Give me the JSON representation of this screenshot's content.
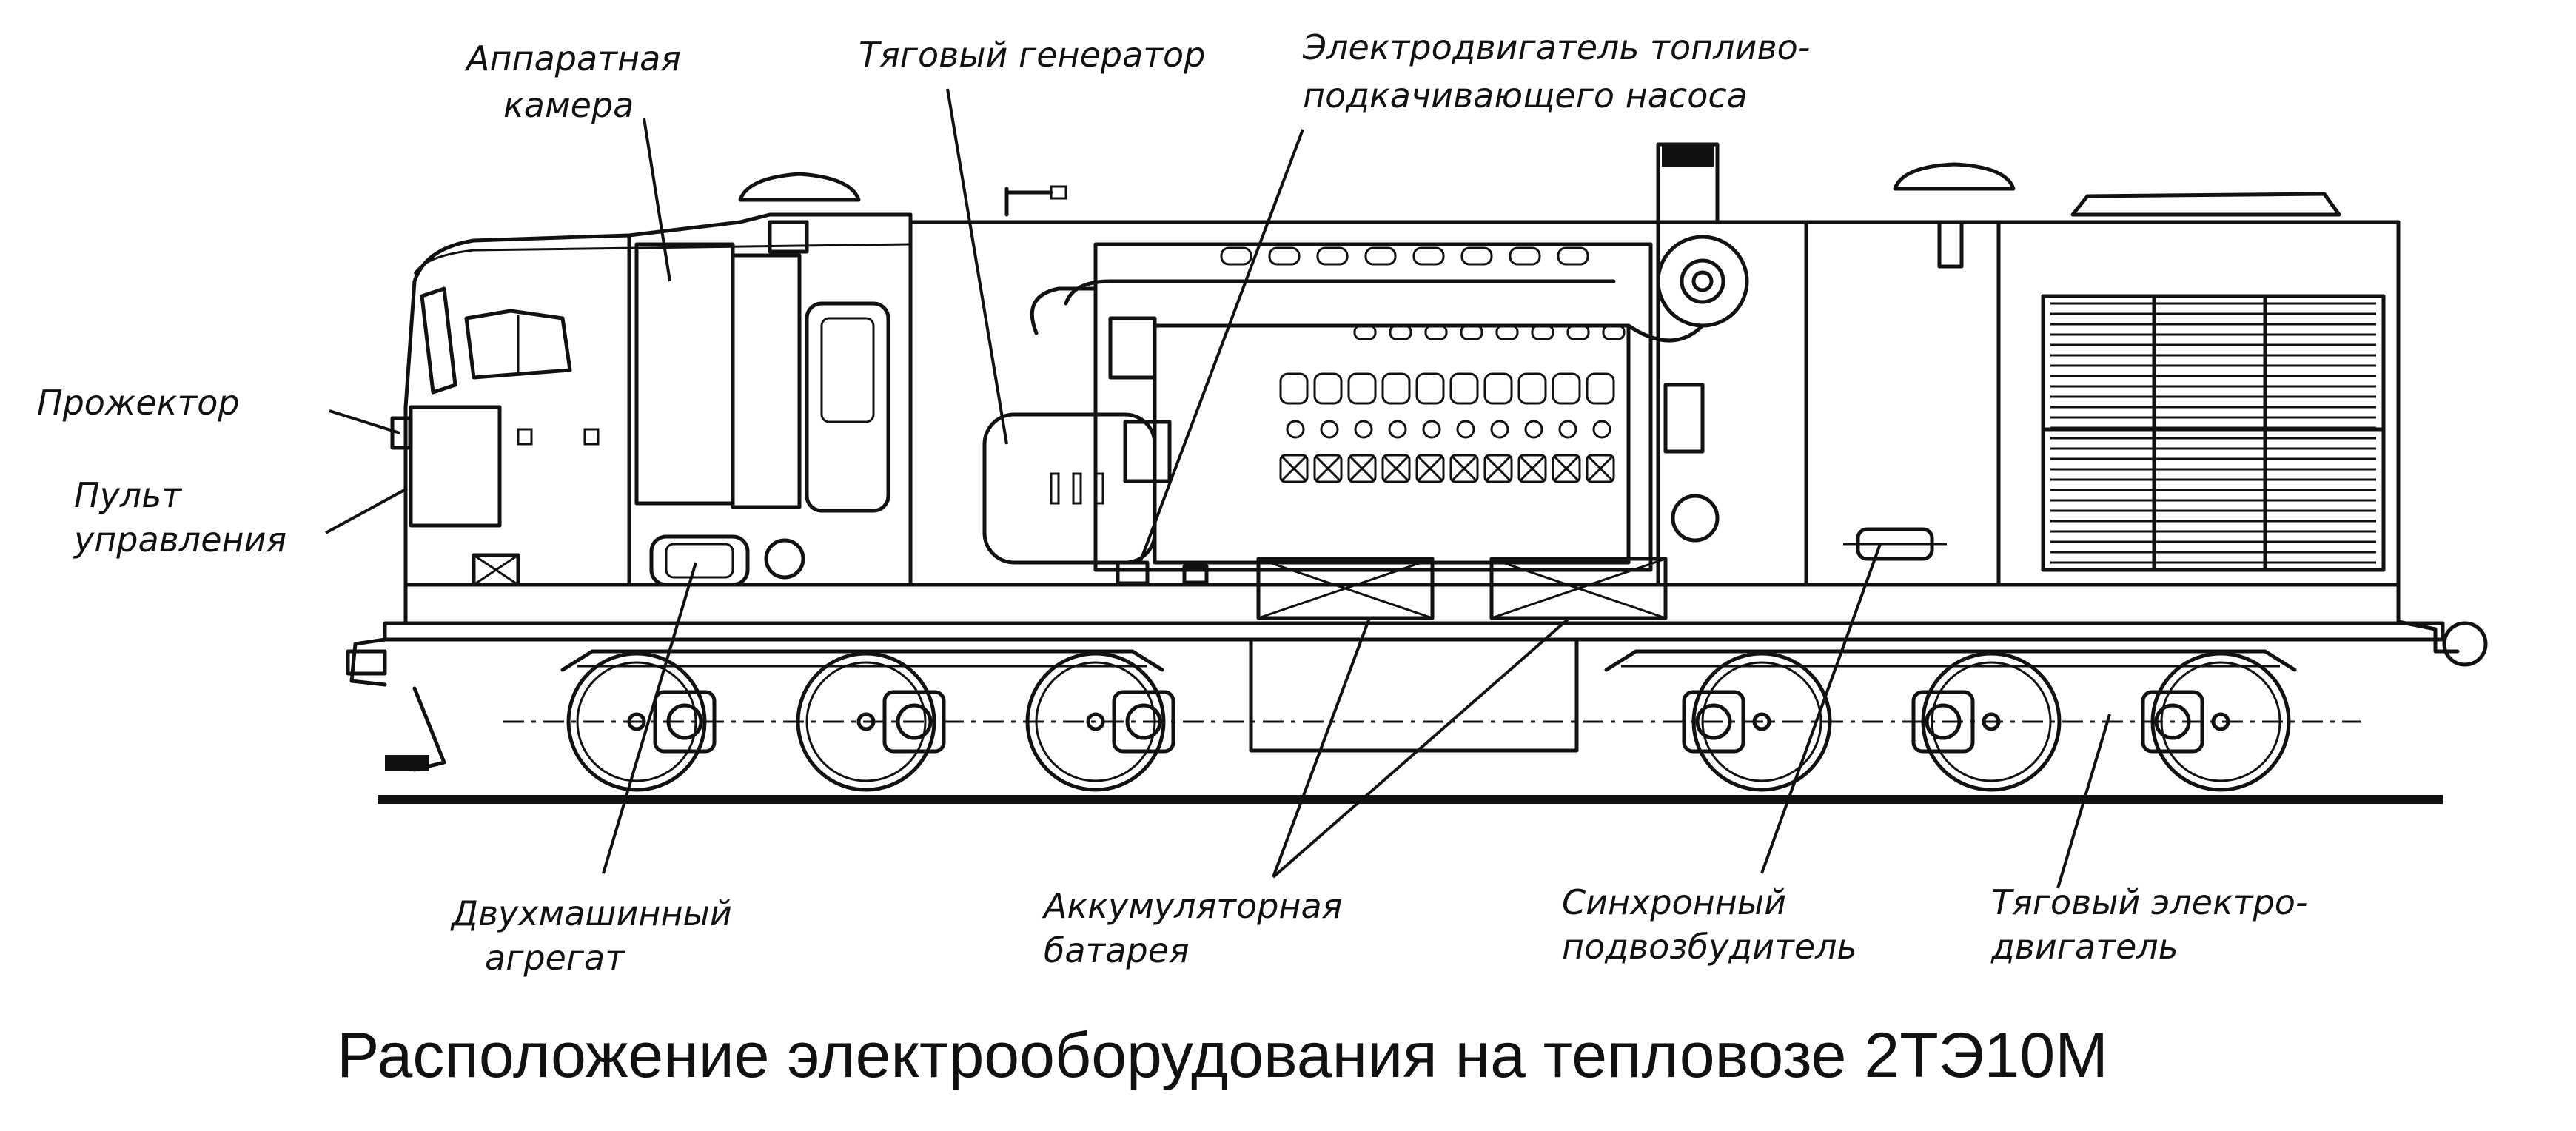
{
  "labels": {
    "apparatus_chamber_line1": "Аппаратная",
    "apparatus_chamber_line2": "камера",
    "traction_generator": "Тяговый генератор",
    "fuel_pump_motor_line1": "Электродвигатель топливо-",
    "fuel_pump_motor_line2": "подкачивающего насоса",
    "searchlight": "Прожектор",
    "control_panel_line1": "Пульт",
    "control_panel_line2": "управления",
    "two_machine_unit_line1": "Двухмашинный",
    "two_machine_unit_line2": "агрегат",
    "battery_line1": "Аккумуляторная",
    "battery_line2": "батарея",
    "sync_exciter_line1": "Синхронный",
    "sync_exciter_line2": "подвозбудитель",
    "traction_motor_line1": "Тяговый электро-",
    "traction_motor_line2": "двигатель"
  },
  "caption": "Расположение электрооборудования на тепловозе 2ТЭ10М"
}
